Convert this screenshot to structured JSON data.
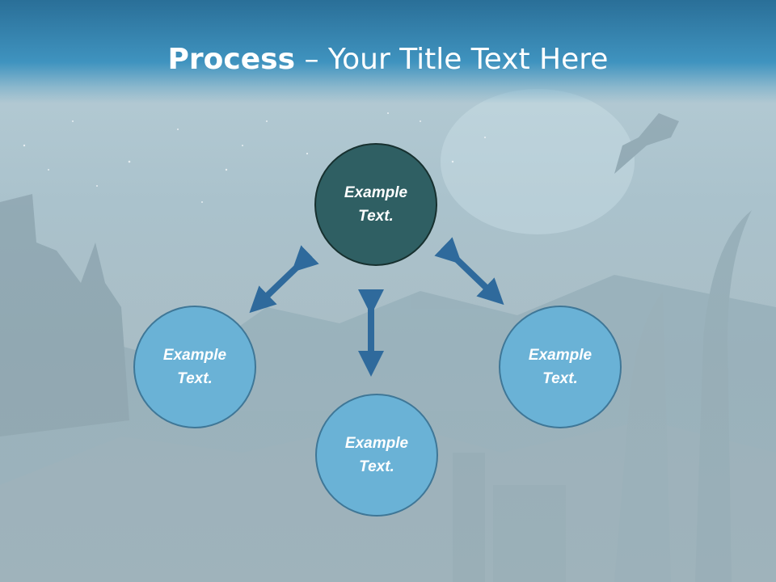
{
  "slide": {
    "title_bold": "Process",
    "title_rest": " – Your Title Text Here"
  },
  "diagram": {
    "nodes": {
      "center": "Example Text.",
      "left": "Example Text.",
      "right": "Example Text.",
      "bottom": "Example Text."
    },
    "colors": {
      "center_fill": "#2f5f63",
      "outer_fill": "#6ab2d6",
      "arrow": "#2f6a9c",
      "title_bar": "#3a8ab6"
    }
  }
}
